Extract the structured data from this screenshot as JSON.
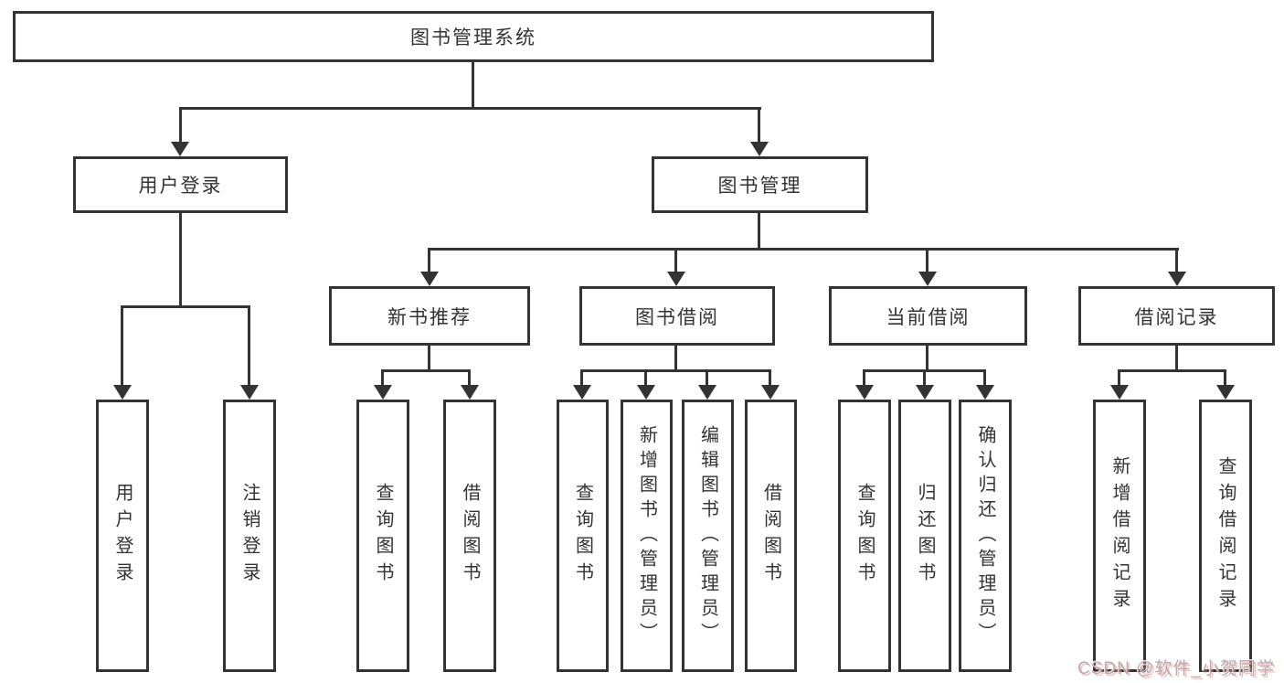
{
  "diagram": {
    "root": {
      "label": "图书管理系统"
    },
    "level2": [
      {
        "label": "用户登录"
      },
      {
        "label": "图书管理"
      }
    ],
    "level3": [
      {
        "label": "新书推荐"
      },
      {
        "label": "图书借阅"
      },
      {
        "label": "当前借阅"
      },
      {
        "label": "借阅记录"
      }
    ],
    "leaves": {
      "login": [
        "用户登录",
        "注销登录"
      ],
      "recommend": [
        "查询图书",
        "借阅图书"
      ],
      "borrow": [
        "查询图书",
        "新增图书（管理员）",
        "编辑图书（管理员）",
        "借阅图书"
      ],
      "current": [
        "查询图书",
        "归还图书",
        "确认归还（管理员）"
      ],
      "records": [
        "新增借阅记录",
        "查询借阅记录"
      ]
    }
  },
  "watermark": {
    "text": "CSDN @软件_小贺同学"
  },
  "colors": {
    "line": "#333333",
    "background": "#ffffff",
    "box_fill": "#ffffff",
    "watermark_gray": "#b0b0b0",
    "watermark_pink": "#fc8383"
  }
}
